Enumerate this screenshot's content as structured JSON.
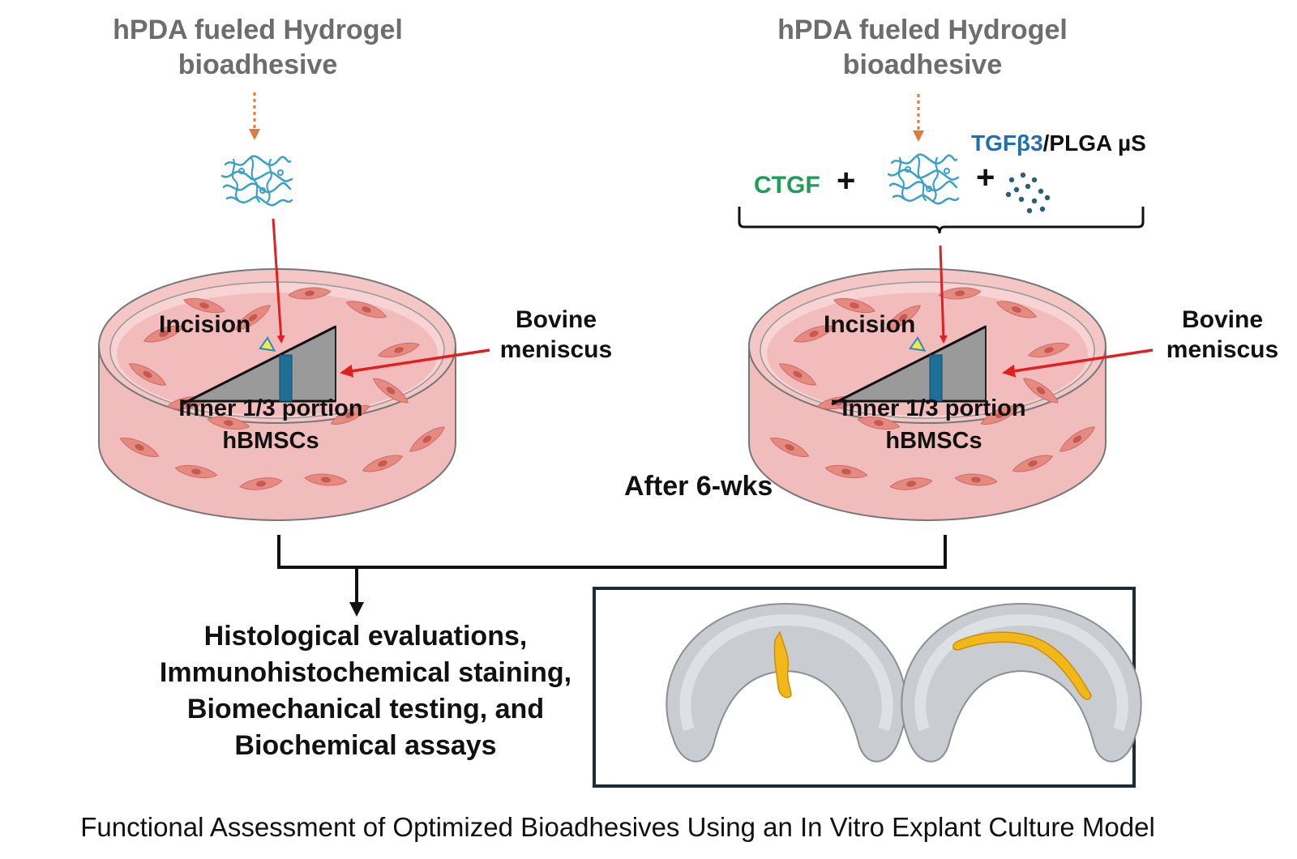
{
  "left_panel": {
    "title_line1": "hPDA fueled Hydrogel",
    "title_line2": "bioadhesive",
    "incision_label": "Incision",
    "bovine_line1": "Bovine",
    "bovine_line2": "meniscus",
    "inner_label": "Inner 1/3 portion",
    "cells_label": "hBMSCs"
  },
  "right_panel": {
    "title_line1": "hPDA fueled Hydrogel",
    "title_line2": "bioadhesive",
    "ctgf_label": "CTGF",
    "plus_sign": "+",
    "tgf_label": "TGFβ3",
    "plga_label": "/PLGA µS",
    "incision_label": "Incision",
    "bovine_line1": "Bovine",
    "bovine_line2": "meniscus",
    "inner_label": "Inner 1/3 portion",
    "cells_label": "hBMSCs"
  },
  "timeline_label": "After 6-wks",
  "outcomes": [
    "Histological evaluations,",
    "Immunohistochemical staining,",
    "Biomechanical testing, and",
    "Biochemical assays"
  ],
  "caption": "Functional Assessment of Optimized Bioadhesives Using an In Vitro Explant Culture Model",
  "colors": {
    "title_gray": "#6d6d6d",
    "red_arrow": "#e02020",
    "orange_dotted": "#e07a3a",
    "ctgf_green": "#1f9d55",
    "tgf_blue": "#1f6fb2",
    "hydrogel_blue": "#3aa0c8",
    "adhesive_yellow": "#f2b81a",
    "dish_pink": "#f4c6c6"
  },
  "icons": [
    "hydrogel-network-icon",
    "microspheres-icon",
    "petri-dish-icon",
    "meniscus-icon",
    "incision-marker-icon"
  ]
}
